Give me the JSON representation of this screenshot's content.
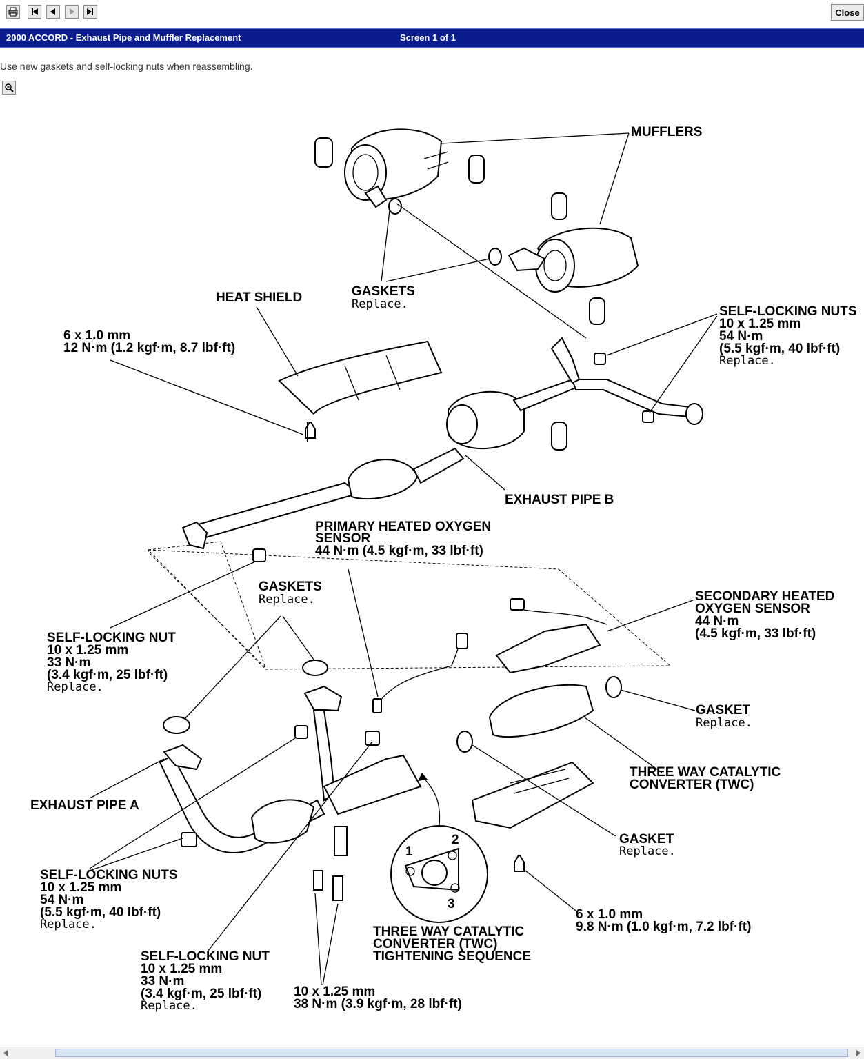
{
  "toolbar": {
    "close_label": "Close"
  },
  "titlebar": {
    "title": "2000 ACCORD - Exhaust Pipe and Muffler Replacement",
    "screen": "Screen 1 of 1"
  },
  "instruction": "Use new gaskets and self-locking nuts when reassembling.",
  "diagram": {
    "mufflers": "MUFFLERS",
    "gaskets_top": "GASKETS",
    "gaskets_top_note": "Replace.",
    "heat_shield": "HEAT SHIELD",
    "bolt_6x1_size": "6 x 1.0 mm",
    "bolt_6x1_torque": "12 N·m (1.2 kgf·m, 8.7 lbf·ft)",
    "nuts_top": "SELF-LOCKING NUTS",
    "nuts_top_size": "10 x 1.25 mm",
    "nuts_top_torque1": "54 N·m",
    "nuts_top_torque2": "(5.5 kgf·m, 40 lbf·ft)",
    "nuts_top_note": "Replace.",
    "exhaust_pipe_b": "EXHAUST PIPE B",
    "primary_sensor_1": "PRIMARY HEATED OXYGEN",
    "primary_sensor_2": "SENSOR",
    "primary_sensor_torque": "44 N·m (4.5 kgf·m, 33 lbf·ft)",
    "gaskets_mid": "GASKETS",
    "gaskets_mid_note": "Replace.",
    "secondary_sensor_1": "SECONDARY HEATED",
    "secondary_sensor_2": "OXYGEN SENSOR",
    "secondary_sensor_torque1": "44 N·m",
    "secondary_sensor_torque2": "(4.5 kgf·m, 33 lbf·ft)",
    "nut_left": "SELF-LOCKING NUT",
    "nut_left_size": "10 x 1.25 mm",
    "nut_left_torque1": "33 N·m",
    "nut_left_torque2": "(3.4 kgf·m, 25 lbf·ft)",
    "nut_left_note": "Replace.",
    "gasket_right": "GASKET",
    "gasket_right_note": "Replace.",
    "exhaust_pipe_a": "EXHAUST PIPE A",
    "twc_1": "THREE WAY CATALYTIC",
    "twc_2": "CONVERTER (TWC)",
    "gasket_lower": "GASKET",
    "gasket_lower_note": "Replace.",
    "nuts_bottom": "SELF-LOCKING NUTS",
    "nuts_bottom_size": "10 x 1.25 mm",
    "nuts_bottom_torque1": "54 N·m",
    "nuts_bottom_torque2": "(5.5 kgf·m, 40 lbf·ft)",
    "nuts_bottom_note": "Replace.",
    "bolt_6x1b_size": "6 x 1.0 mm",
    "bolt_6x1b_torque": "9.8 N·m (1.0 kgf·m, 7.2 lbf·ft)",
    "seq_1": "THREE WAY CATALYTIC",
    "seq_2": "CONVERTER (TWC)",
    "seq_3": "TIGHTENING SEQUENCE",
    "seq_n1": "1",
    "seq_n2": "2",
    "seq_n3": "3",
    "nut_bottom": "SELF-LOCKING NUT",
    "nut_bottom_size": "10 x 1.25 mm",
    "nut_bottom_torque1": "33 N·m",
    "nut_bottom_torque2": "(3.4 kgf·m, 25 lbf·ft)",
    "nut_bottom_note": "Replace.",
    "bolt_10_size": "10 x 1.25 mm",
    "bolt_10_torque": "38 N·m (3.9 kgf·m, 28 lbf·ft)"
  }
}
